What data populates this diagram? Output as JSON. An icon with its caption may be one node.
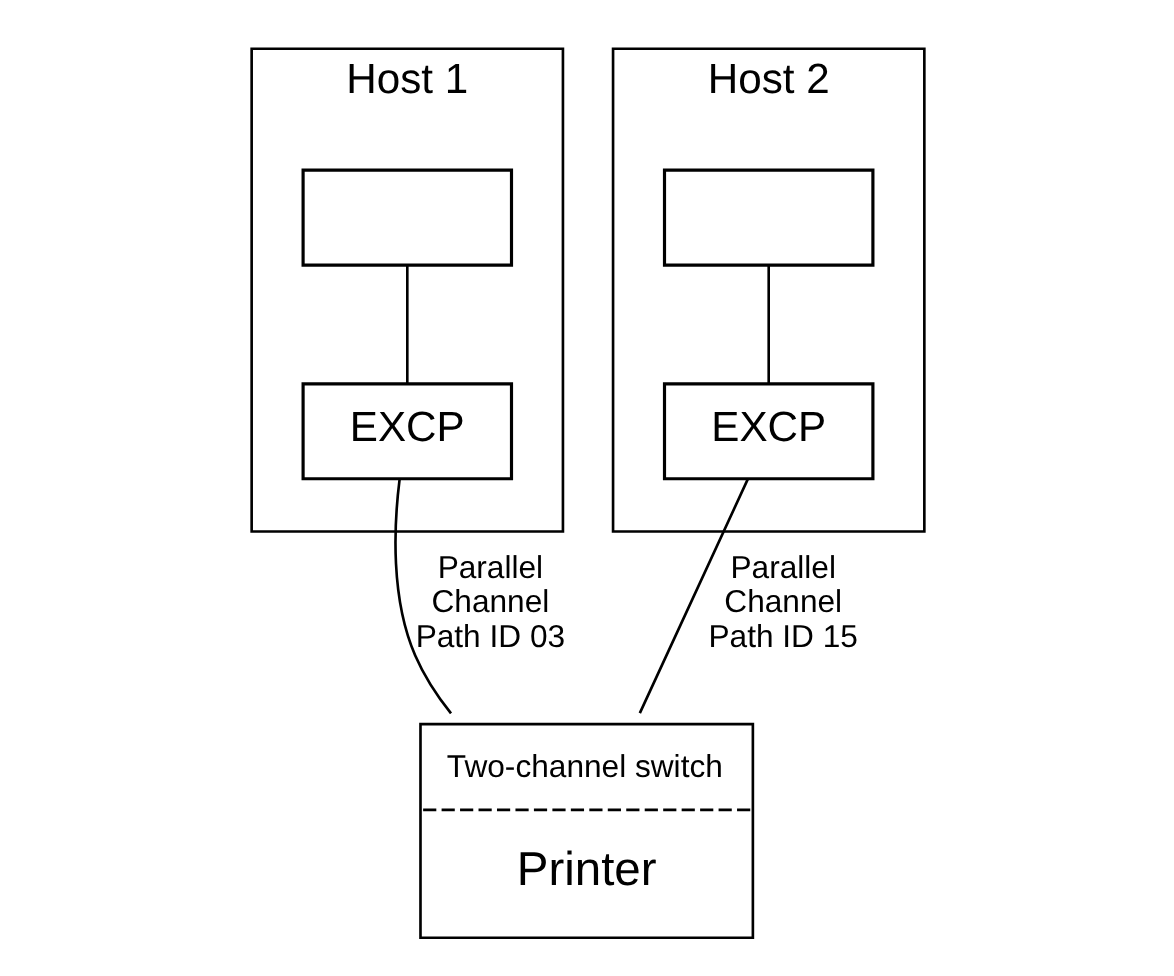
{
  "diagram": {
    "nodes": [
      {
        "text": [
          "Host 1"
        ]
      },
      {
        "text": [],
        "shape": "box",
        "in": 0
      },
      {
        "text": [
          "EXCP"
        ],
        "in": 0
      },
      {
        "text": [
          "Host 2"
        ]
      },
      {
        "text": [],
        "shape": "box",
        "in": 3
      },
      {
        "text": [
          "EXCP"
        ],
        "in": 3
      },
      {
        "text": [
          "Two-channel switch",
          "Printer"
        ]
      }
    ],
    "edges": [
      {
        "from": 1,
        "to": 2,
        "arrow": "none"
      },
      {
        "from": 4,
        "to": 5,
        "arrow": "none"
      },
      {
        "from": 2,
        "to": 6,
        "arrow": "none",
        "label": "Parallel Channel Path ID 03"
      },
      {
        "from": 5,
        "to": 6,
        "arrow": "none",
        "label": "Parallel Channel Path ID 15"
      }
    ]
  }
}
